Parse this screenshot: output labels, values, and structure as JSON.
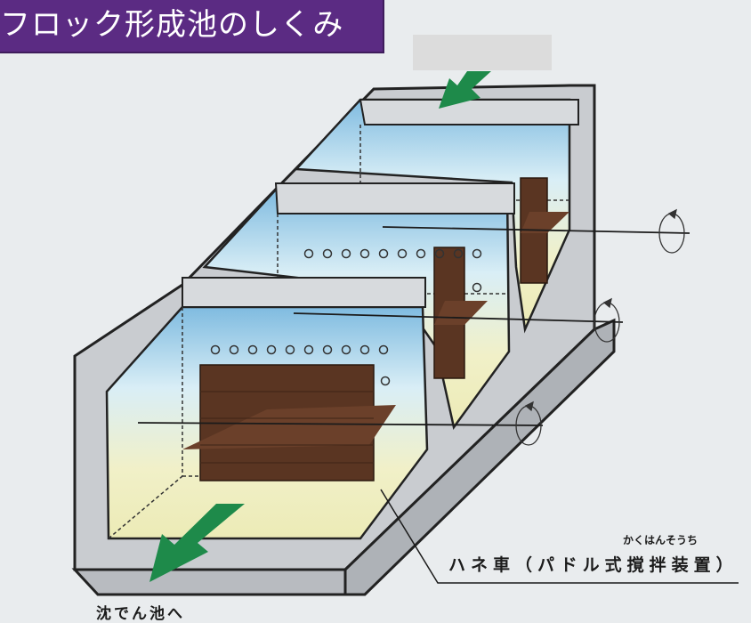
{
  "title": "フロック形成池のしくみ",
  "labels": {
    "paddle_furigana": "かくはんそうち",
    "paddle_label": "ハネ車（パドル式撹拌装置）",
    "outlet_label": "沈でん池へ"
  },
  "colors": {
    "banner": "#5b2b83",
    "arrow": "#1e8a4a",
    "paddle": "#5a3522",
    "wall": "#cfd2d6",
    "water_top": "#8cc3e3",
    "water_bottom": "#f0efbf"
  },
  "icons": [
    "inflow-arrow-icon",
    "outflow-arrow-icon",
    "rotation-arrow-icon"
  ]
}
